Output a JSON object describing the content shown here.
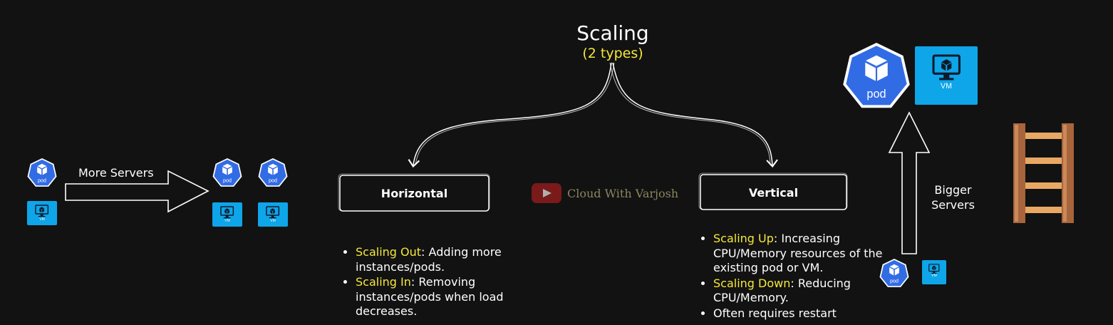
{
  "title": "Scaling",
  "subtitle": "(2 types)",
  "horizontal": {
    "label": "Horizontal",
    "bullets": [
      {
        "highlight": "Scaling Out",
        "text": ": Adding more instances/pods."
      },
      {
        "highlight": "Scaling In",
        "text": ": Removing instances/pods when load decreases."
      }
    ]
  },
  "vertical": {
    "label": "Vertical",
    "bullets": [
      {
        "highlight": "Scaling Up",
        "text": ": Increasing CPU/Memory resources of the existing pod or VM."
      },
      {
        "highlight": "Scaling Down",
        "text": ": Reducing CPU/Memory."
      },
      {
        "highlight": "",
        "text": "Often requires restart"
      }
    ]
  },
  "more_servers_label": "More Servers",
  "bigger_servers_label": "Bigger Servers",
  "pod_label": "pod",
  "vm_label": "VM",
  "watermark": "Cloud With Varjosh",
  "colors": {
    "background": "#121212",
    "highlight": "#f5e83a",
    "kube_blue": "#326ce5",
    "vm_blue": "#0ea5e9"
  },
  "icons": [
    "pod-icon",
    "vm-icon",
    "youtube-icon",
    "ladder-icon",
    "arrow-right-icon",
    "arrow-up-icon"
  ]
}
